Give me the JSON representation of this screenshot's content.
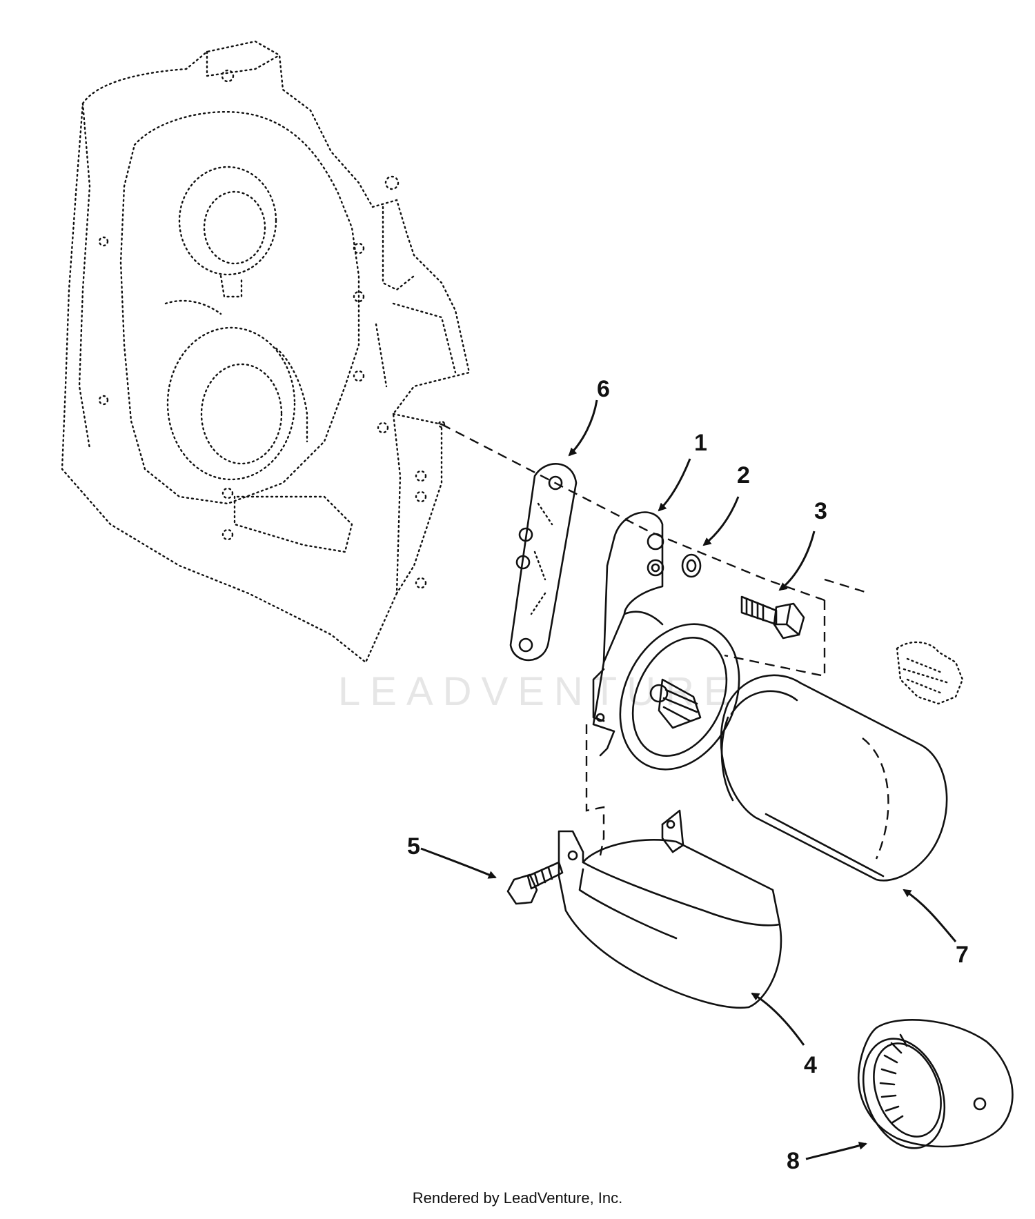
{
  "watermark": "LEADVENTURE",
  "credit": "Rendered by LeadVenture, Inc.",
  "callouts": [
    {
      "id": "1",
      "label": "1"
    },
    {
      "id": "2",
      "label": "2"
    },
    {
      "id": "3",
      "label": "3"
    },
    {
      "id": "4",
      "label": "4"
    },
    {
      "id": "5",
      "label": "5"
    },
    {
      "id": "6",
      "label": "6"
    },
    {
      "id": "7",
      "label": "7"
    },
    {
      "id": "8",
      "label": "8"
    }
  ]
}
